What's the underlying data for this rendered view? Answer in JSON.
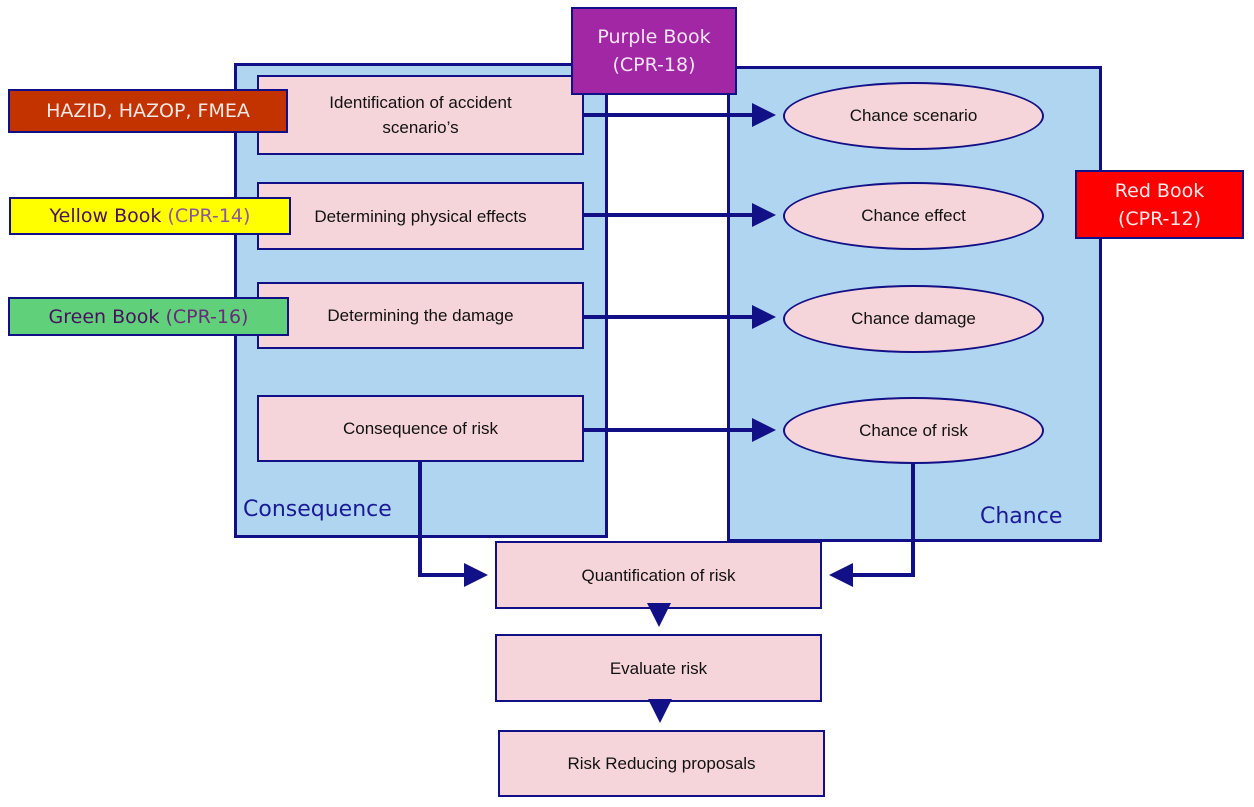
{
  "colors": {
    "line": "#121086",
    "panel_fill": "#afd5f0",
    "box_fill": "#f6d5da",
    "hazid": "#c23300",
    "yellow_book": "#ffff00",
    "green_book": "#60d17a",
    "purple_book": "#a127a4",
    "red_book": "#ff0000"
  },
  "panels": {
    "consequence_label": "Consequence",
    "chance_label": "Chance"
  },
  "consequence_steps": [
    {
      "label": "Identification of accident scenario’s"
    },
    {
      "label": "Determining physical effects"
    },
    {
      "label": "Determining the damage"
    },
    {
      "label": "Consequence of risk"
    }
  ],
  "chance_steps": [
    {
      "label": "Chance scenario"
    },
    {
      "label": "Chance effect"
    },
    {
      "label": "Chance damage"
    },
    {
      "label": "Chance of risk"
    }
  ],
  "books": {
    "hazid": {
      "label": "HAZID, HAZOP, FMEA"
    },
    "yellow": {
      "name": "Yellow Book",
      "code": "(CPR-14)"
    },
    "green": {
      "name": "Green Book",
      "code": "(CPR-16)"
    },
    "purple": {
      "name": "Purple Book",
      "code": "(CPR-18)"
    },
    "red": {
      "name": "Red Book",
      "code": "(CPR-12)"
    }
  },
  "flow": {
    "quantification": "Quantification of risk",
    "evaluate": "Evaluate risk",
    "reducing": "Risk Reducing proposals"
  }
}
